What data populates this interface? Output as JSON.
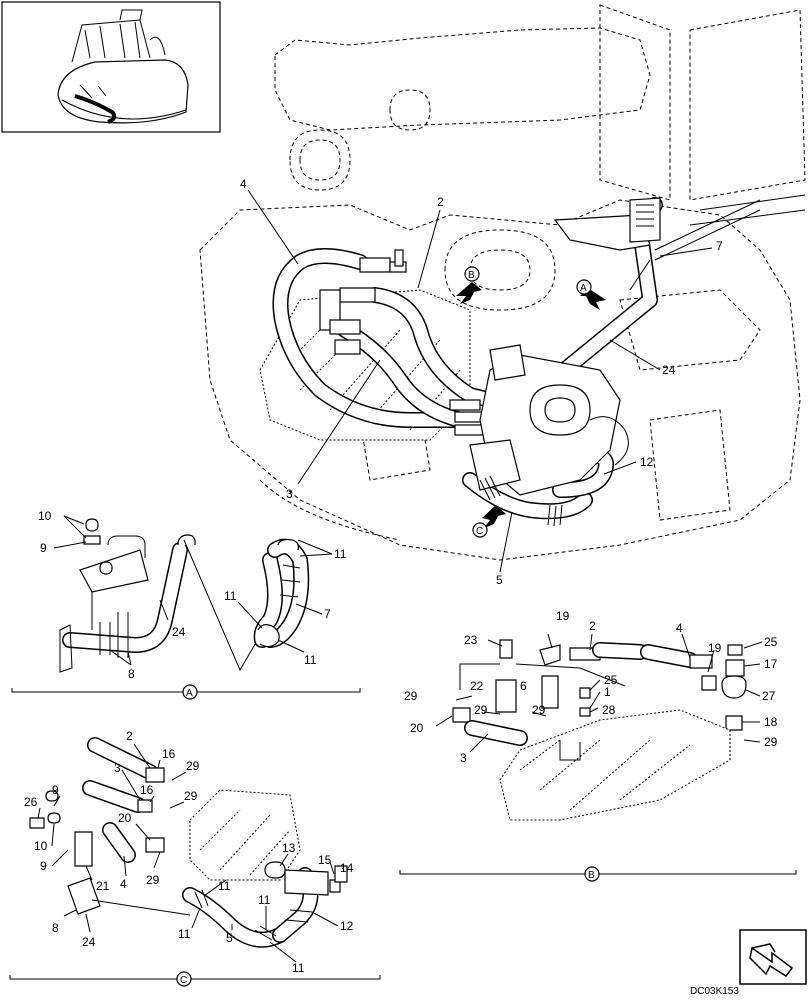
{
  "callouts": {
    "c4": "4",
    "c2": "2",
    "cB": "B",
    "cA": "A",
    "c7": "7",
    "c24": "24",
    "c3": "3",
    "c12": "12",
    "cC": "C",
    "c5": "5"
  },
  "detail_a": {
    "section": "A",
    "labels": {
      "n10": "10",
      "n9": "9",
      "n24": "24",
      "n8": "8",
      "n11a": "11",
      "n11b": "11",
      "n7": "7",
      "n11c": "11"
    }
  },
  "detail_b": {
    "section": "B",
    "labels": {
      "n19a": "19",
      "n2": "2",
      "n4": "4",
      "n19b": "19",
      "n25a": "25",
      "n23": "23",
      "n17": "17",
      "n22": "22",
      "n6": "6",
      "n25b": "25",
      "n1": "1",
      "n29a": "29",
      "n27": "27",
      "n29b": "29",
      "n29c": "29",
      "n28": "28",
      "n20": "20",
      "n18": "18",
      "n3": "3",
      "n29d": "29"
    }
  },
  "detail_c": {
    "section": "C",
    "labels": {
      "n2": "2",
      "n16a": "16",
      "n3": "3",
      "n29a": "29",
      "n16b": "16",
      "n9a": "9",
      "n29b": "29",
      "n26": "26",
      "n20": "20",
      "n10": "10",
      "n9b": "9",
      "n13": "13",
      "n15": "15",
      "n14": "14",
      "n4": "4",
      "n29c": "29",
      "n21": "21",
      "n11a": "11",
      "n11b": "11",
      "n8": "8",
      "n24": "24",
      "n11c": "11",
      "n5": "5",
      "n12": "12",
      "n11d": "11"
    }
  },
  "drawing_code": "DC03K153"
}
